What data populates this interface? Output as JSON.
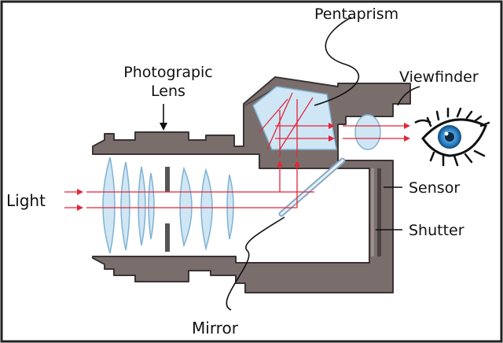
{
  "labels": {
    "pentaprism": "Pentaprism",
    "lens_line1": "Photograpic",
    "lens_line2": "Lens",
    "viewfinder": "Viewfinder",
    "light": "Light",
    "sensor": "Sensor",
    "shutter": "Shutter",
    "mirror": "Mirror"
  },
  "colors": {
    "body": "#7a6e6c",
    "body_stroke": "#3a3434",
    "glass": "#cfe6f5",
    "glass_stroke": "#7fb2d2",
    "light_ray": "#e3263a",
    "frame": "#222222"
  },
  "icons": {
    "eye": "eye-icon"
  }
}
